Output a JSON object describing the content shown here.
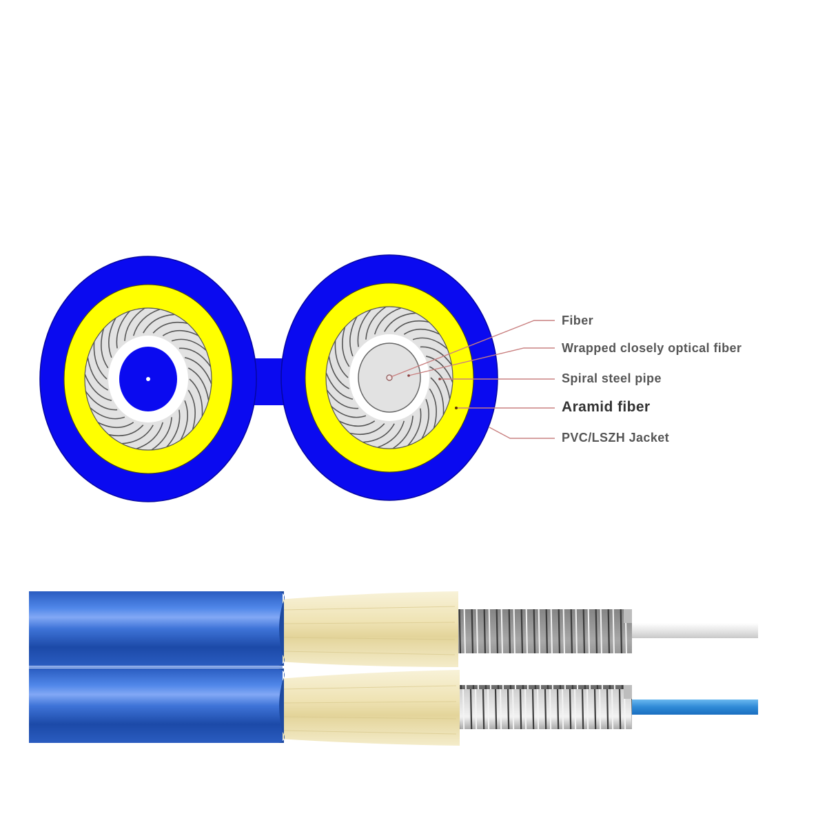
{
  "diagram": {
    "title": "Duplex armored fiber optic cable cross-section",
    "colors": {
      "jacket": "#0a0af0",
      "aramid_ring": "#ffff00",
      "spiral_zone": "#e2e2e2",
      "spiral_lines": "#555555",
      "buffer_ring": "#ffffff",
      "leader_line": "#c98080",
      "cable_jacket": "#2f66c8",
      "aramid_yarn": "#efe5b8",
      "steel": "#9a9a9a",
      "fiber_white": "#e8e8e8",
      "fiber_blue": "#3a8fd8"
    },
    "labels": [
      {
        "id": "fiber",
        "text": "Fiber"
      },
      {
        "id": "wrapped",
        "text": "Wrapped closely optical fiber"
      },
      {
        "id": "spiral",
        "text": "Spiral steel pipe"
      },
      {
        "id": "aramid",
        "text": "Aramid fiber"
      },
      {
        "id": "jacket",
        "text": "PVC/LSZH Jacket"
      }
    ]
  }
}
